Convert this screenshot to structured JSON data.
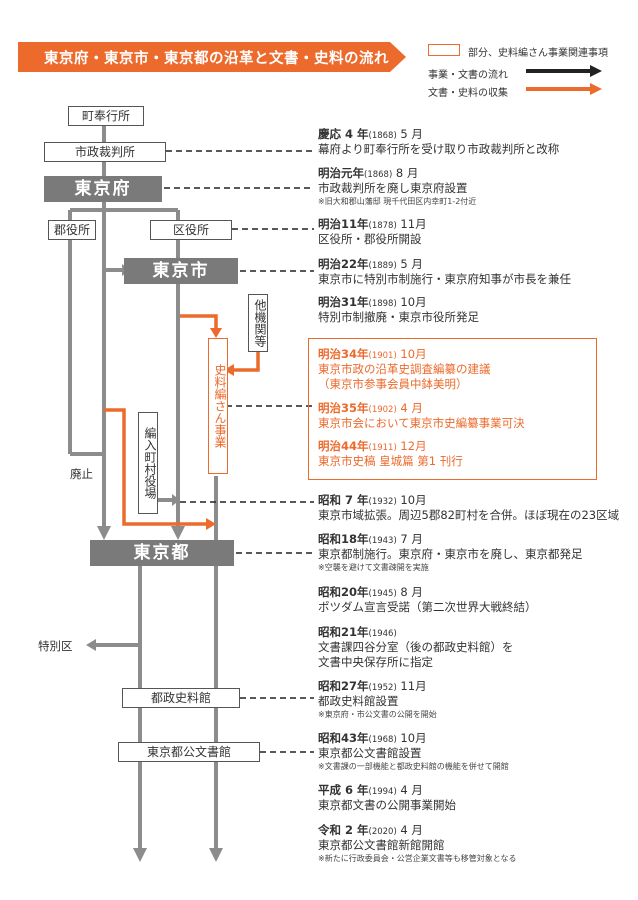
{
  "title": "東京府・東京市・東京都の沿革と文書・史料の流れ",
  "legend": {
    "box": "部分、史料編さん事業関連事項",
    "flow": "事業・文書の流れ",
    "collect": "文書・史料の収集"
  },
  "colors": {
    "accent": "#ec6a2c",
    "gray": "#8c8c8c",
    "dark": "#7a7a7a"
  },
  "nodes": {
    "machi": "町奉行所",
    "shisei": "市政裁判所",
    "fu": "東京府",
    "gun": "郡役所",
    "ku": "区役所",
    "shi": "東京市",
    "takikan": "他機関等",
    "shiryo_hensan": "史料編さん事業",
    "hennyu": "編入町村役場",
    "haishi": "廃止",
    "to": "東京都",
    "tokubetsuku": "特別区",
    "shiryokan": "都政史料館",
    "kobunshokan": "東京都公文書館"
  },
  "events": [
    {
      "era": "慶応 4 年",
      "year": "(1868)",
      "month": " 5 月",
      "text": "幕府より町奉行所を受け取り市政裁判所と改称",
      "note": ""
    },
    {
      "era": "明治元年",
      "year": "(1868)",
      "month": " 8 月",
      "text": "市政裁判所を廃し東京府設置",
      "note": "※旧大和郡山藩邸 現千代田区内幸町1-2付近"
    },
    {
      "era": "明治11年",
      "year": "(1878)",
      "month": " 11月",
      "text": "区役所・郡役所開設",
      "note": ""
    },
    {
      "era": "明治22年",
      "year": "(1889)",
      "month": " 5 月",
      "text": "東京市に特別市制施行・東京府知事が市長を兼任",
      "note": ""
    },
    {
      "era": "明治31年",
      "year": "(1898)",
      "month": " 10月",
      "text": "特別市制撤廃・東京市役所発足",
      "note": ""
    },
    {
      "era": "明治34年",
      "year": "(1901)",
      "month": " 10月",
      "text": "東京市政の沿革史調査編纂の建議",
      "text2": "（東京市参事会員中鉢美明）",
      "note": ""
    },
    {
      "era": "明治35年",
      "year": "(1902)",
      "month": " 4 月",
      "text": "東京市会において東京市史編纂事業可決",
      "note": ""
    },
    {
      "era": "明治44年",
      "year": "(1911)",
      "month": " 12月",
      "text": "東京市史稿 皇城篇 第1 刊行",
      "note": ""
    },
    {
      "era": "昭和 7 年",
      "year": "(1932)",
      "month": " 10月",
      "text": "東京市域拡張。周辺5郡82町村を合併。ほぼ現在の23区域",
      "note": ""
    },
    {
      "era": "昭和18年",
      "year": "(1943)",
      "month": " 7 月",
      "text": "東京都制施行。東京府・東京市を廃し、東京都発足",
      "note": "※空襲を避けて文書疎開を実施"
    },
    {
      "era": "昭和20年",
      "year": "(1945)",
      "month": " 8 月",
      "text": "ポツダム宣言受諾（第二次世界大戦終結）",
      "note": ""
    },
    {
      "era": "昭和21年",
      "year": "(1946)",
      "month": "",
      "text": "文書課四谷分室（後の都政史料館）を",
      "text2": "文書中央保存所に指定",
      "note": ""
    },
    {
      "era": "昭和27年",
      "year": "(1952)",
      "month": " 11月",
      "text": "都政史料館設置",
      "note": "※東京府・市公文書の公開を開始"
    },
    {
      "era": "昭和43年",
      "year": "(1968)",
      "month": " 10月",
      "text": "東京都公文書館設置",
      "note": "※文書課の一部機能と都政史料館の機能を併せて開館"
    },
    {
      "era": "平成 6 年",
      "year": "(1994)",
      "month": " 4 月",
      "text": "東京都文書の公開事業開始",
      "note": ""
    },
    {
      "era": "令和 2 年",
      "year": "(2020)",
      "month": " 4 月",
      "text": "東京都公文書館新館開館",
      "note": "※新たに行政委員会・公営企業文書等も移管対象となる"
    }
  ]
}
